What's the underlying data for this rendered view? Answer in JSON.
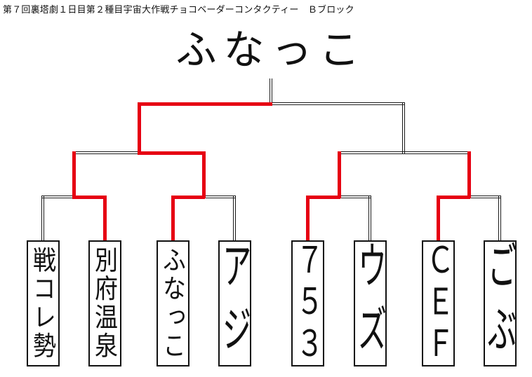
{
  "header": {
    "title": "第７回裏塔劇１日目第２種目宇宙大作戦チョコベーダーコンタクティー　Ｂブロック"
  },
  "champion": {
    "name": "ふなっこ"
  },
  "participants": [
    {
      "name": "戦コレ勢"
    },
    {
      "name": "別府温泉"
    },
    {
      "name": "ふなっこ"
    },
    {
      "name": "アジ"
    },
    {
      "name": "７５３"
    },
    {
      "name": "ウズ"
    },
    {
      "name": "ＣＥＦ"
    },
    {
      "name": "ごぶ"
    }
  ],
  "bracket": {
    "matches": [
      {
        "players": [
          0,
          1
        ],
        "winner": 1
      },
      {
        "players": [
          2,
          3
        ],
        "winner": 2
      },
      {
        "players": [
          4,
          5
        ],
        "winner": 4
      },
      {
        "players": [
          6,
          7
        ],
        "winner": 6
      }
    ],
    "semifinals": [
      {
        "from_matches": [
          0,
          1
        ],
        "red_branch": 1
      },
      {
        "from_matches": [
          2,
          3
        ],
        "red_branch": null
      }
    ],
    "final": {
      "red_branch": 0
    }
  },
  "colors": {
    "winner_path": "#e60012",
    "line": "#1a1a1a",
    "box_border": "#111111",
    "text": "#111111"
  }
}
